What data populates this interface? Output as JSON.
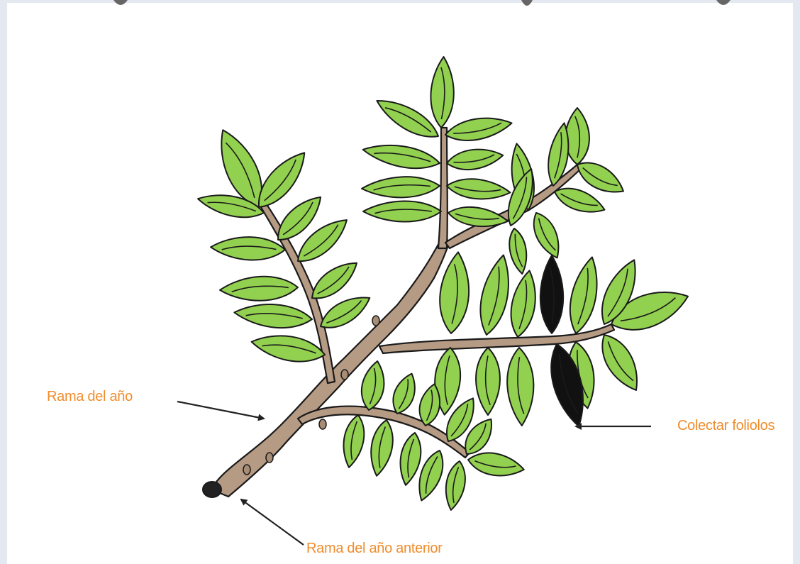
{
  "labels": {
    "current_year_branch": "Rama del año",
    "collect_leaflets": "Colectar foliolos",
    "previous_year_branch": "Rama del año anterior"
  },
  "colors": {
    "label_text": "#f08c2c",
    "leaf_fill": "#92d050",
    "leaf_outline": "#1a1a1a",
    "collected_leaflet": "#111111",
    "branch_fill": "#b59a84",
    "background": "#ffffff"
  }
}
